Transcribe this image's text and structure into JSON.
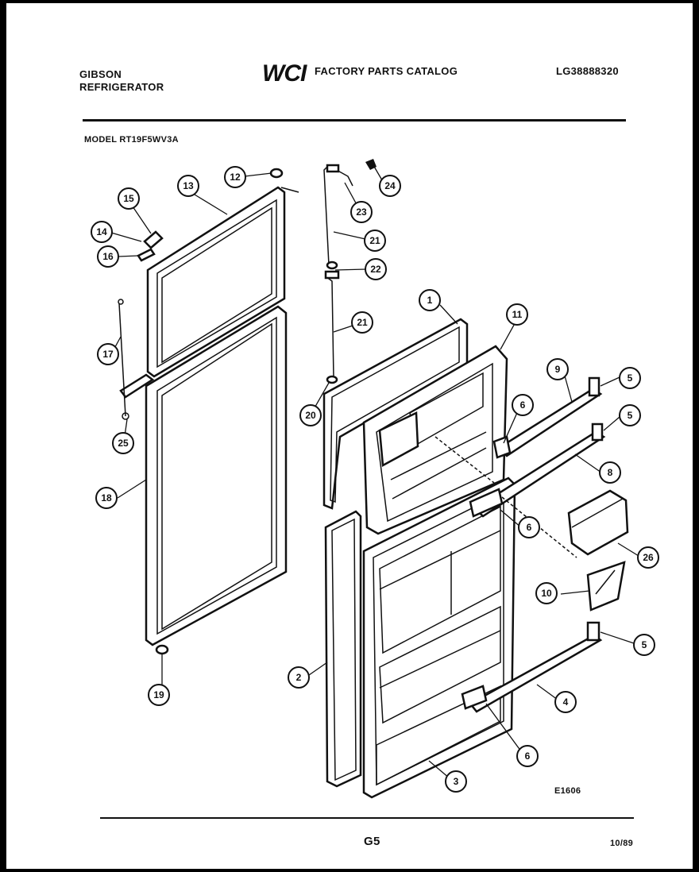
{
  "header": {
    "brand_line1": "GIBSON",
    "brand_line2": "REFRIGERATOR",
    "logo": "WCI",
    "catalog_title": "FACTORY PARTS CATALOG",
    "catalog_code": "LG38888320",
    "model": "MODEL RT19F5WV3A"
  },
  "diagram": {
    "drawing_id": "E1606",
    "callouts": [
      "1",
      "2",
      "3",
      "4",
      "5",
      "5",
      "5",
      "6",
      "6",
      "6",
      "8",
      "9",
      "10",
      "11",
      "12",
      "13",
      "14",
      "15",
      "16",
      "17",
      "18",
      "19",
      "20",
      "21",
      "21",
      "22",
      "23",
      "24",
      "25",
      "26"
    ]
  },
  "footer": {
    "page": "G5",
    "date": "10/89"
  }
}
